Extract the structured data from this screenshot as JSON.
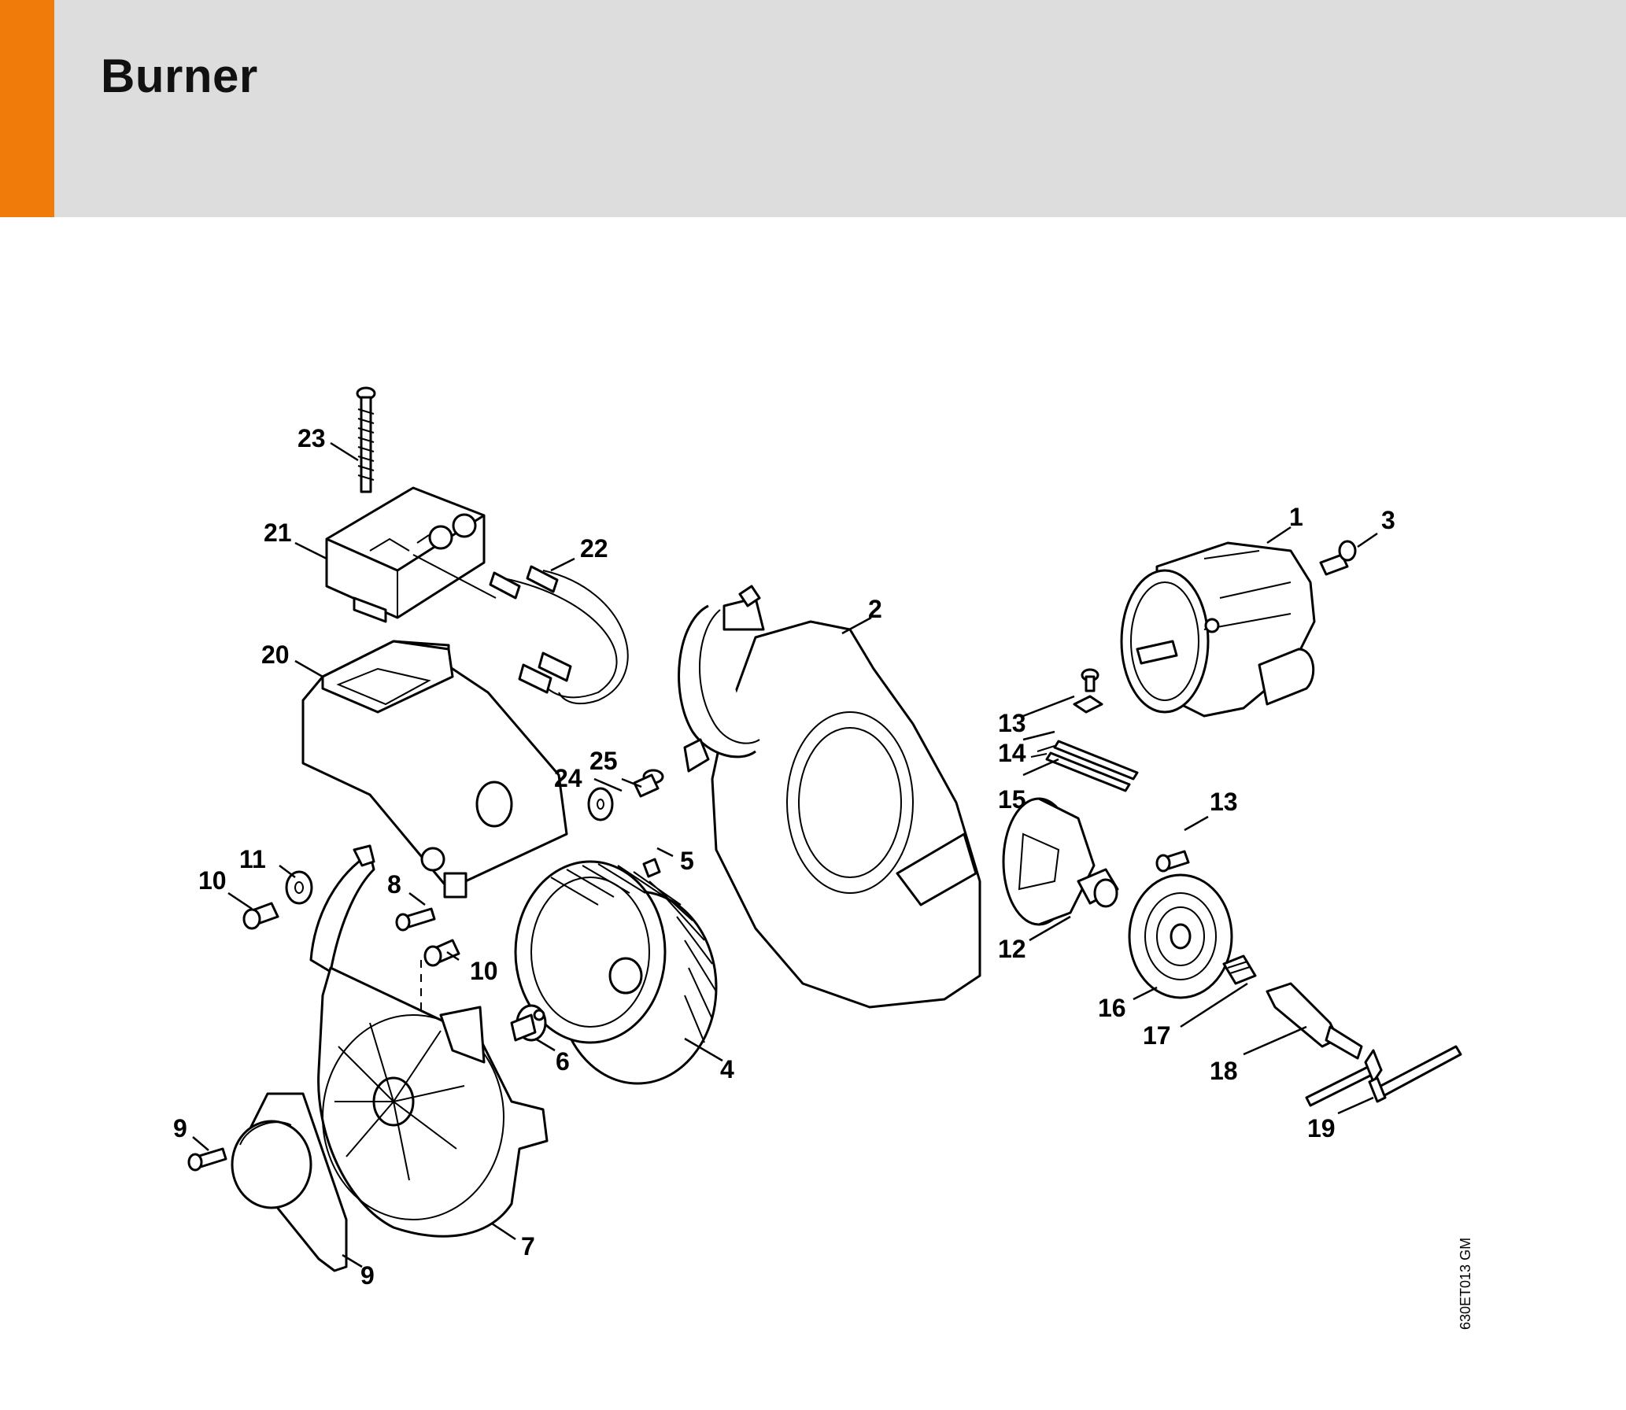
{
  "header": {
    "title": "Burner",
    "accent_color": "#f07a0a",
    "band_color": "#dcdddc"
  },
  "diagram": {
    "code": "630ET013 GM",
    "callouts": [
      "1",
      "2",
      "3",
      "4",
      "5",
      "6",
      "7",
      "8",
      "9",
      "9",
      "10",
      "10",
      "11",
      "12",
      "13",
      "13",
      "14",
      "15",
      "16",
      "17",
      "18",
      "19",
      "20",
      "21",
      "22",
      "23",
      "24",
      "25"
    ]
  }
}
